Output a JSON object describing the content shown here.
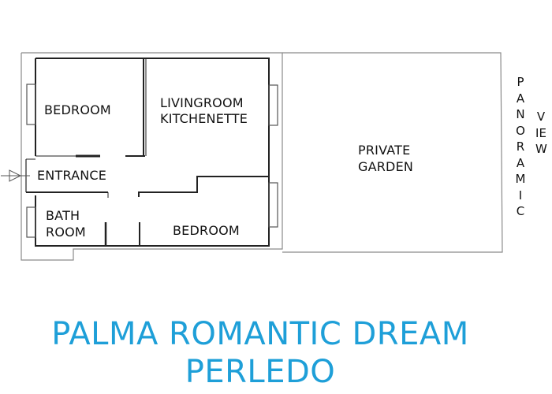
{
  "floorplan": {
    "rooms": {
      "bedroom_1": "BEDROOM",
      "living_line1": "LIVINGROOM",
      "living_line2": "KITCHENETTE",
      "entrance": "ENTRANCE",
      "bath_line1": "BATH",
      "bath_line2": "ROOM",
      "bedroom_2": "BEDROOM",
      "garden_line1": "PRIVATE",
      "garden_line2": "GARDEN"
    },
    "side_labels": {
      "panoramic": "PANORAMIC",
      "view": "VIEW"
    },
    "colors": {
      "wall": "#222222",
      "thin_line": "#888888",
      "title": "#1e9fd8"
    }
  },
  "title": {
    "line1": "PALMA ROMANTIC DREAM",
    "line2": "PERLEDO"
  }
}
